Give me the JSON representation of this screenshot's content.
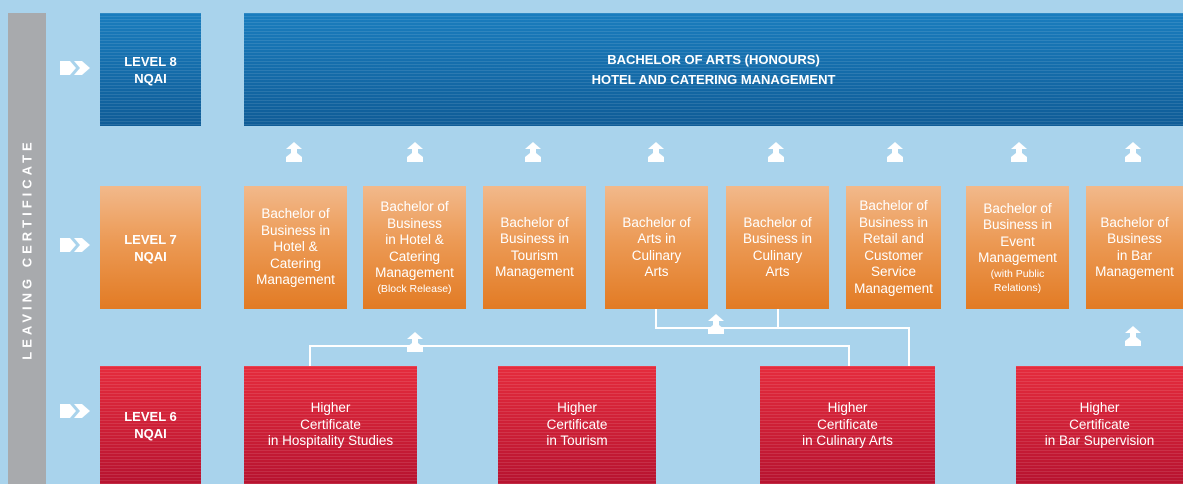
{
  "sidebar": {
    "label": "LEAVING CERTIFICATE"
  },
  "levels": {
    "l8": {
      "line1": "LEVEL 8",
      "line2": "NQAI"
    },
    "l7": {
      "line1": "LEVEL 7",
      "line2": "NQAI"
    },
    "l6": {
      "line1": "LEVEL 6",
      "line2": "NQAI"
    }
  },
  "level8_program": {
    "line1": "BACHELOR OF ARTS (HONOURS)",
    "line2": "HOTEL AND CATERING MANAGEMENT"
  },
  "level7_programs": [
    {
      "lines": [
        "Bachelor of",
        "Business in",
        "Hotel &",
        "Catering",
        "Management"
      ],
      "note": ""
    },
    {
      "lines": [
        "Bachelor of",
        "Business",
        "in Hotel &",
        "Catering",
        "Management"
      ],
      "note": "(Block Release)"
    },
    {
      "lines": [
        "Bachelor of",
        "Business in",
        "Tourism",
        "Management"
      ],
      "note": ""
    },
    {
      "lines": [
        "Bachelor of",
        "Arts in",
        "Culinary",
        "Arts"
      ],
      "note": ""
    },
    {
      "lines": [
        "Bachelor of",
        "Business in",
        "Culinary",
        "Arts"
      ],
      "note": ""
    },
    {
      "lines": [
        "Bachelor of",
        "Business in",
        "Retail and",
        "Customer",
        "Service",
        "Management"
      ],
      "note": ""
    },
    {
      "lines": [
        "Bachelor of",
        "Business in",
        "Event",
        "Management"
      ],
      "note": "(with Public Relations)"
    },
    {
      "lines": [
        "Bachelor of",
        "Business",
        "in Bar",
        "Management"
      ],
      "note": ""
    }
  ],
  "level6_programs": [
    {
      "lines": [
        "Higher",
        "Certificate",
        "in Hospitality Studies"
      ]
    },
    {
      "lines": [
        "Higher",
        "Certificate",
        "in Tourism"
      ]
    },
    {
      "lines": [
        "Higher",
        "Certificate",
        "in Culinary Arts"
      ]
    },
    {
      "lines": [
        "Higher",
        "Certificate",
        "in Bar Supervision"
      ]
    }
  ],
  "colors": {
    "background": "#a9d3ec",
    "level8": "#1a6fae",
    "level7": "#e8893a",
    "level6": "#d11f36",
    "sidebar": "#a8aaad"
  },
  "icons": {
    "level_marker": "double-chevron-right-icon",
    "progression": "up-arrow-icon"
  }
}
